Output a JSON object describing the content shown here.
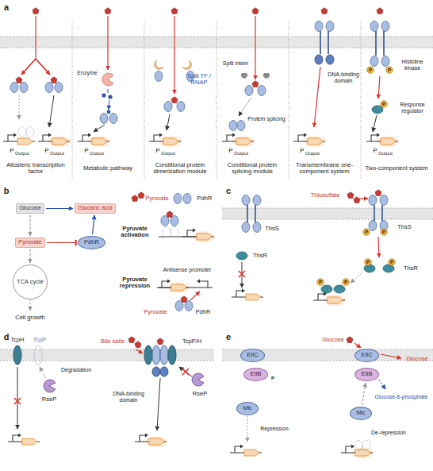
{
  "diagram": {
    "nodes": [
      {
        "text": [
          "Glucose"
        ]
      },
      {
        "text": [
          "Glucaric acid"
        ]
      },
      {
        "text": [
          "Pyruvate"
        ]
      },
      {
        "text": [
          "PdhR"
        ]
      },
      {
        "text": [
          "TCA cycle"
        ]
      },
      {
        "text": [
          "EIIC"
        ]
      },
      {
        "text": [
          "EIIB"
        ]
      },
      {
        "text": [
          "EIIC"
        ]
      },
      {
        "text": [
          "EIIB"
        ]
      },
      {
        "text": [
          "Mlc"
        ]
      },
      {
        "text": [
          "Mlc"
        ]
      }
    ],
    "edges": [
      {
        "from": 0,
        "to": 1,
        "arrow": "to"
      },
      {
        "from": 0,
        "to": 2,
        "arrow": "to"
      },
      {
        "from": 2,
        "to": 4,
        "arrow": "to"
      },
      {
        "from": 2,
        "to": 3,
        "arrow": "to"
      },
      {
        "from": 3,
        "to": 1,
        "arrow": "to"
      },
      {
        "from": 10,
        "to": 8,
        "arrow": "to"
      }
    ],
    "labels": [
      "a",
      "Allosteric transcription factor",
      "Metabolic pathway",
      "Conditional protein dimerization module",
      "Conditional protein splicing module",
      "Transmembrane one-component system",
      "Two-component system",
      "P",
      "Output",
      "P",
      "Output",
      "P",
      "Output",
      "P",
      "Output",
      "P",
      "Output",
      "P",
      "Output",
      "P",
      "Output",
      "Enzyme",
      "Split TF / RNAP",
      "Split intein",
      "Protein splicing",
      "DNA-binding domain",
      "Histidine kinase",
      "Response regulator",
      "P",
      "P",
      "P",
      "b",
      "Cell growth",
      "Pyruvate",
      "PdhR",
      "Pyruvate activation",
      "Pyruvate repression",
      "Antisense promoter",
      "Pyruvate",
      "PdhR",
      "c",
      "Thiosulfate",
      "ThsS",
      "ThsS",
      "ThsR",
      "ThsR",
      "P",
      "P",
      "P",
      "P",
      "P",
      "P",
      "d",
      "TcpH",
      "TcpP",
      "Degradation",
      "RseP",
      "Bile salts",
      "TcpP/H",
      "DNA-binding domain",
      "RseP",
      "e",
      "Glucose",
      "Glucose",
      "Glucose-6-phosphate",
      "Repression",
      "De-repression",
      "P"
    ]
  }
}
